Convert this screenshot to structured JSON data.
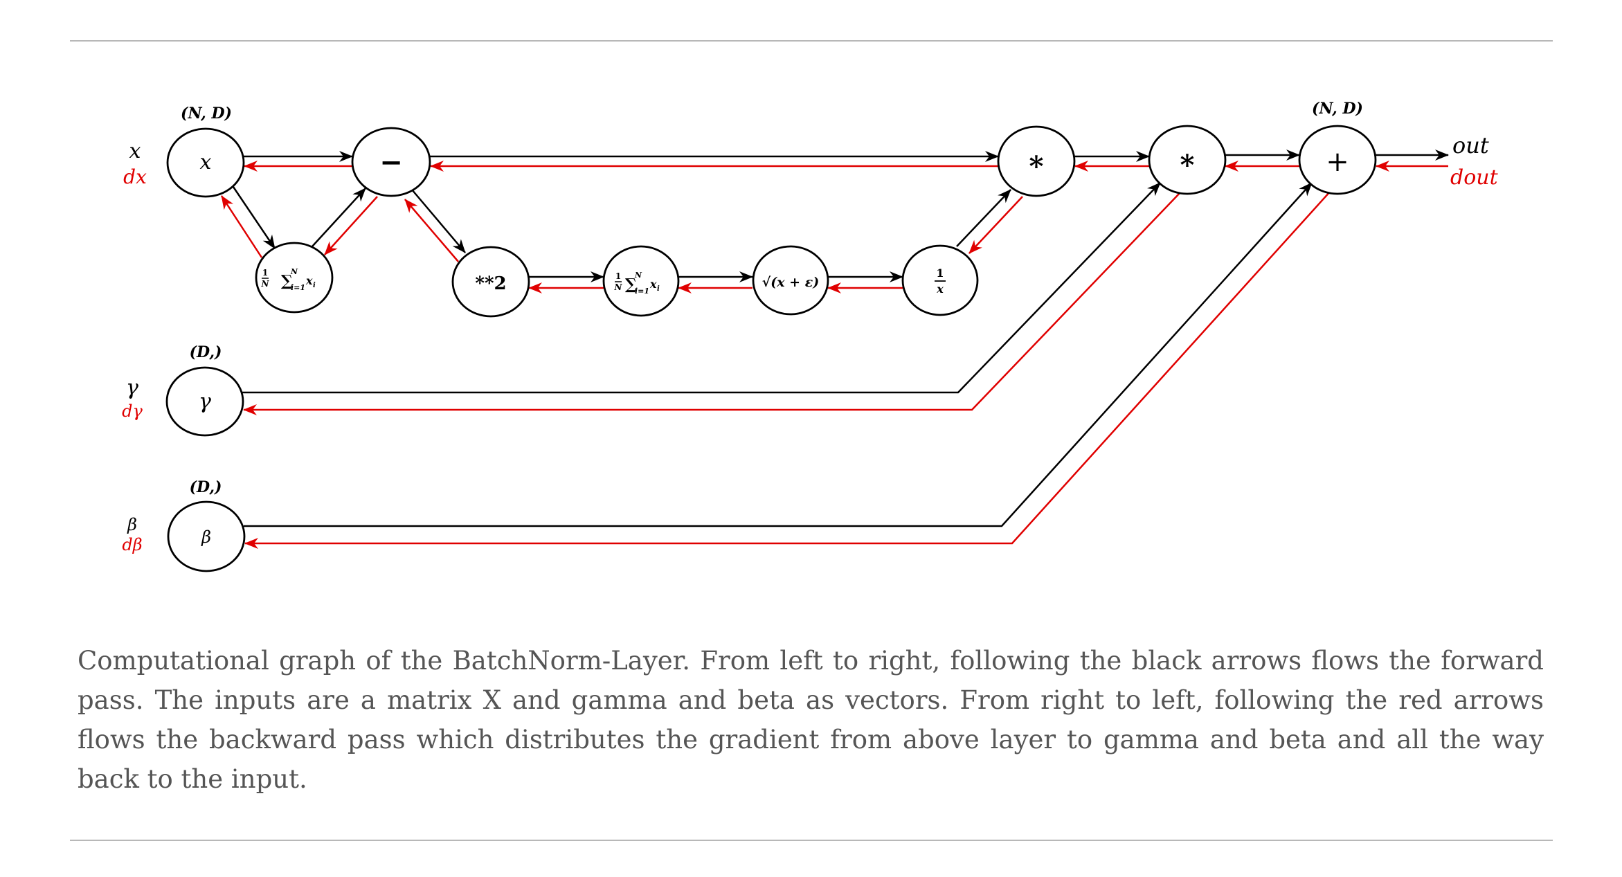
{
  "diagram": {
    "nodes": {
      "x": {
        "label": "x",
        "shape": "(N, D)",
        "side_label": "x",
        "grad_label": "dx"
      },
      "mean1": {
        "label": "1/N Σ_{i=1}^{N} x_i"
      },
      "minus": {
        "label": "−"
      },
      "square": {
        "label": "**2"
      },
      "mean2": {
        "label": "1/N Σ_{i=1}^{N} x_i"
      },
      "sqrt": {
        "label": "√(x + ε)"
      },
      "inv": {
        "label": "1/x",
        "numerator": "1",
        "denominator": "x"
      },
      "mul1": {
        "label": "*"
      },
      "mul2": {
        "label": "*"
      },
      "plus": {
        "label": "+",
        "shape": "(N, D)"
      },
      "gamma": {
        "label": "γ",
        "shape": "(D,)",
        "side_label": "γ",
        "grad_label": "dγ"
      },
      "beta": {
        "label": "β",
        "shape": "(D,)",
        "side_label": "β",
        "grad_label": "dβ"
      }
    },
    "output": {
      "label": "out",
      "grad_label": "dout"
    },
    "colors": {
      "forward": "#000000",
      "backward": "#e00000"
    }
  },
  "caption": "Computational graph of the BatchNorm-Layer. From left to right, following the black arrows flows the forward pass. The inputs are a matrix X and gamma and beta as vectors. From right to left, following the red arrows flows the backward pass which distributes the gradient from above layer to gamma and beta and all the way back to the input."
}
